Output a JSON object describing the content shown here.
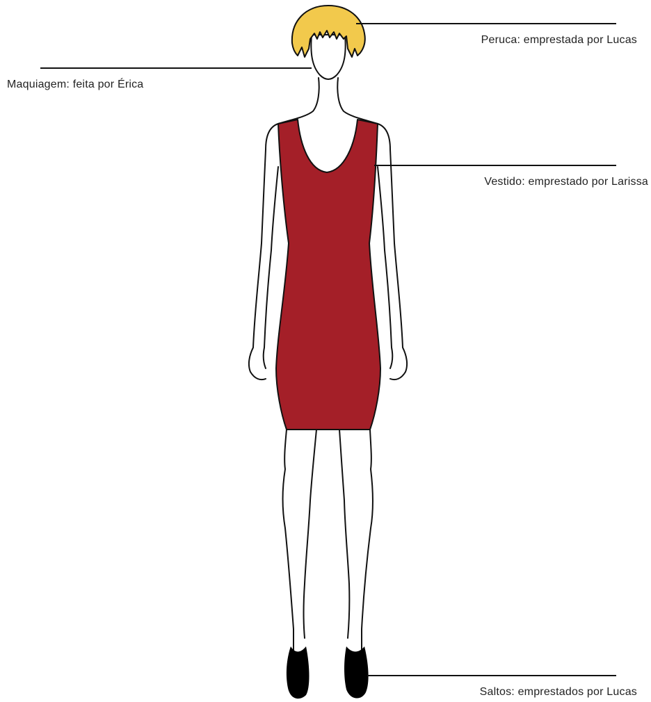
{
  "callouts": {
    "wig": {
      "label": "Peruca: emprestada por Lucas"
    },
    "makeup": {
      "label": "Maquiagem: feita por Érica"
    },
    "dress": {
      "label": "Vestido: emprestado por Larissa"
    },
    "heels": {
      "label": "Saltos: emprestados por Lucas"
    }
  },
  "colors": {
    "wig": "#F2C94C",
    "dress": "#A41F28",
    "shoes": "#000000",
    "skin": "#FFFFFF",
    "outline": "#111111",
    "text": "#222222",
    "background": "#FFFFFF"
  }
}
